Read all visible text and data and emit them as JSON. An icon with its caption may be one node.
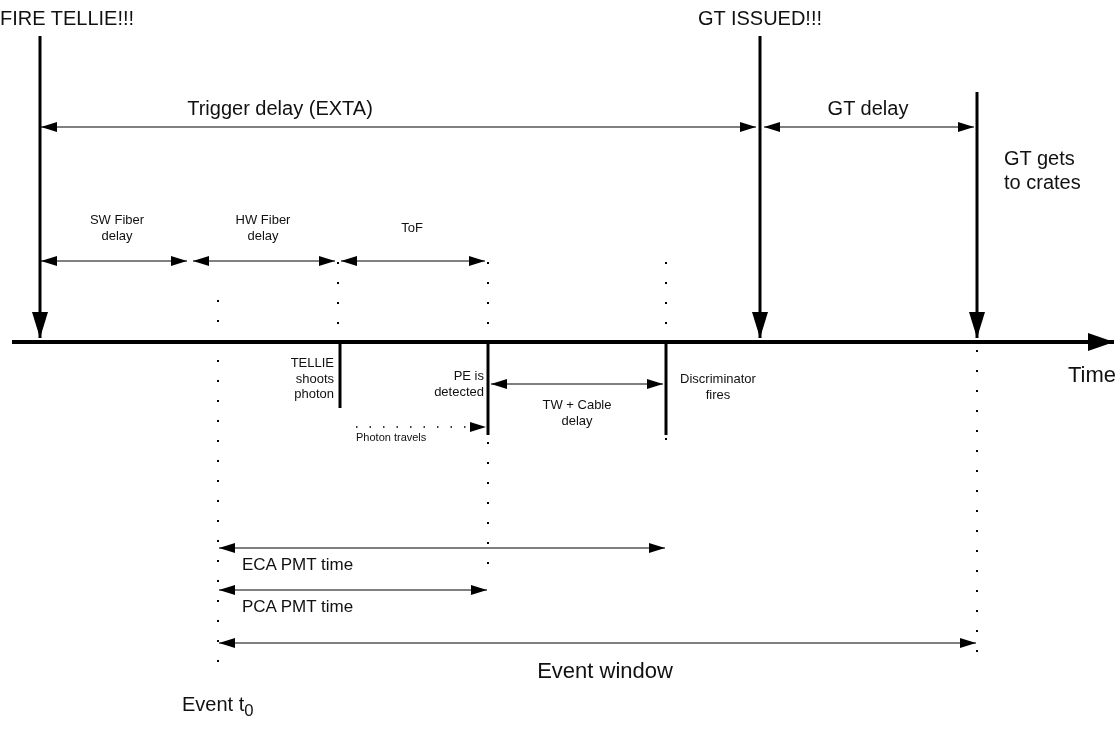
{
  "diagram": {
    "nodes": [
      {
        "text": [
          "FIRE TELLIE!!!"
        ]
      },
      {
        "text": [
          "GT ISSUED!!!"
        ]
      }
    ],
    "edges": [
      {
        "from": 0,
        "to": null,
        "arrow": "to"
      },
      {
        "from": 1,
        "to": null,
        "arrow": "to"
      }
    ],
    "labels": [
      "Trigger delay (EXTA)",
      "GT delay",
      "GT gets to crates",
      "SW Fiber delay",
      "HW Fiber delay",
      "ToF",
      "TELLIE shoots photon",
      "PE is detected",
      "Discriminator fires",
      "Time",
      "TW + Cable delay",
      "Photon travels",
      "ECA PMT time",
      "PCA PMT time",
      "Event window",
      "Event t$_{0}$"
    ]
  }
}
